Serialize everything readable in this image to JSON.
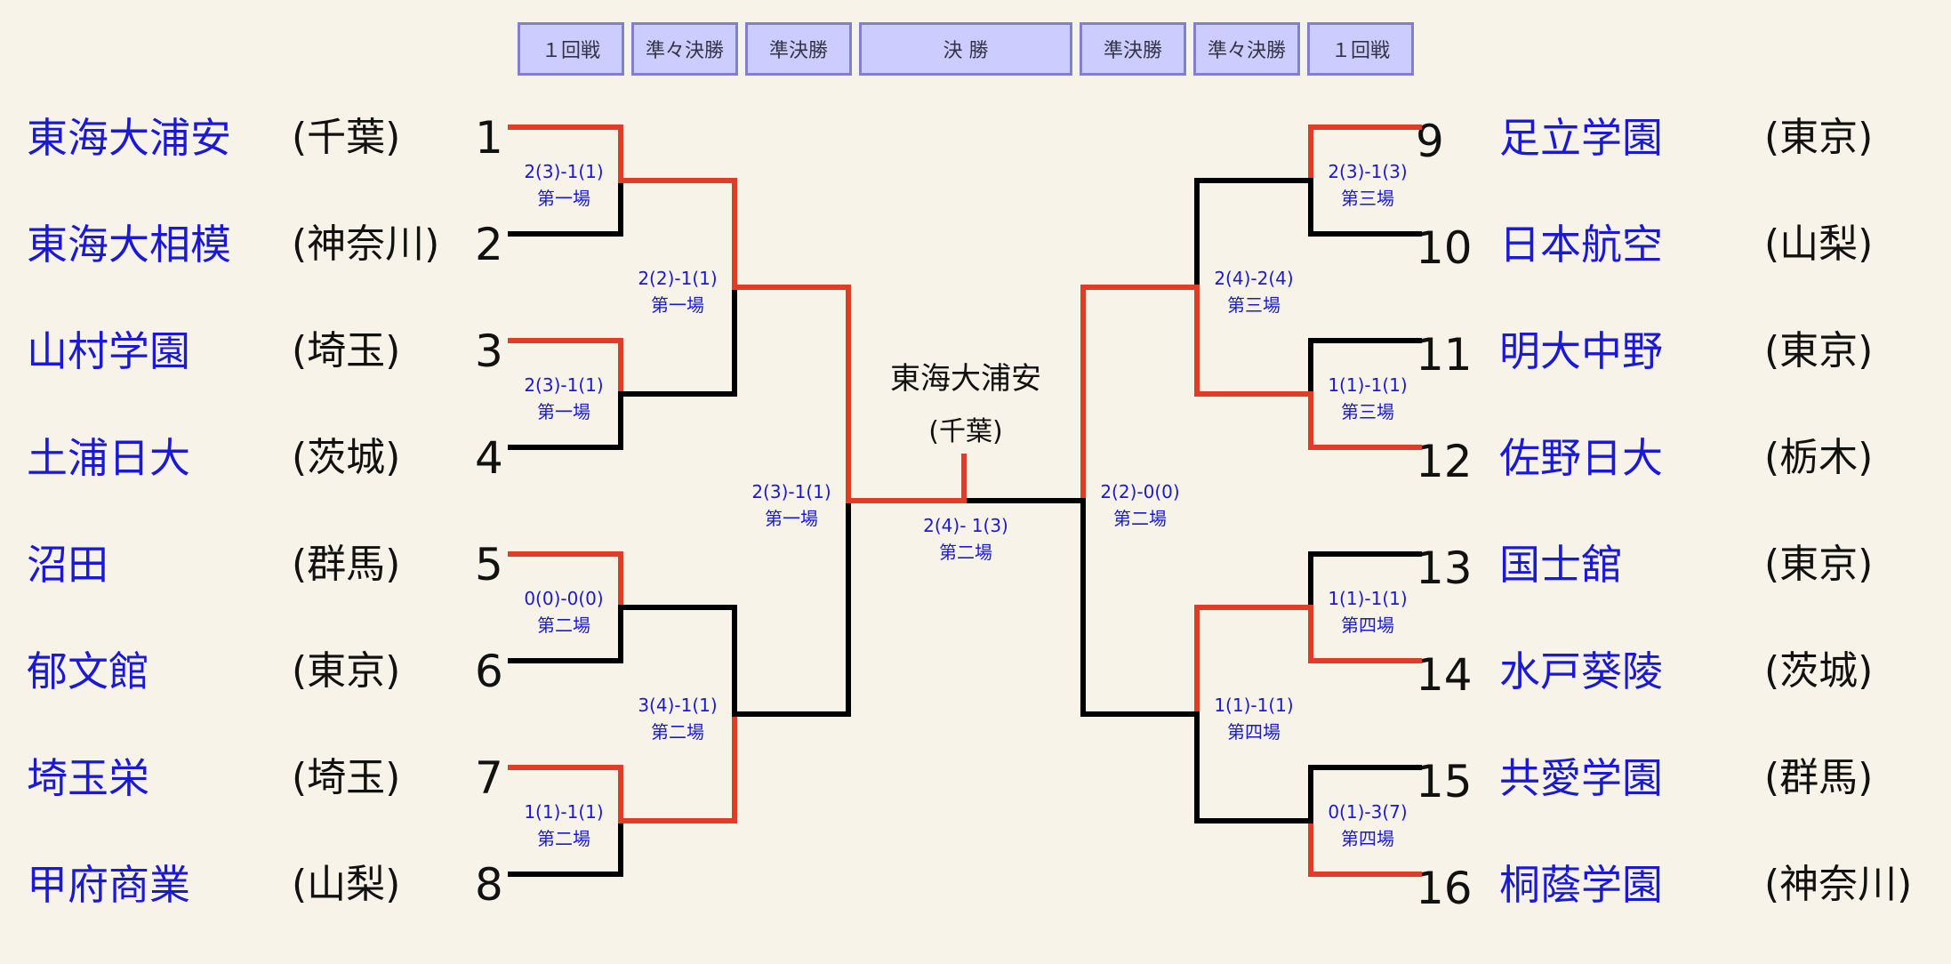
{
  "rounds": [
    "１回戦",
    "準々決勝",
    "準決勝",
    "決 勝",
    "準決勝",
    "準々決勝",
    "１回戦"
  ],
  "colors": {
    "winner": "#e03c2a",
    "loser": "#000000",
    "team": "#1a1ad6",
    "header_bg": "#ccccff",
    "header_border": "#8080cc",
    "background": "#f7f3e8"
  },
  "teams": [
    {
      "seed": "1",
      "name": "東海大浦安",
      "pref": "(千葉)"
    },
    {
      "seed": "2",
      "name": "東海大相模",
      "pref": "(神奈川)"
    },
    {
      "seed": "3",
      "name": "山村学園",
      "pref": "(埼玉)"
    },
    {
      "seed": "4",
      "name": "土浦日大",
      "pref": "(茨城)"
    },
    {
      "seed": "5",
      "name": "沼田",
      "pref": "(群馬)"
    },
    {
      "seed": "6",
      "name": "郁文館",
      "pref": "(東京)"
    },
    {
      "seed": "7",
      "name": "埼玉栄",
      "pref": "(埼玉)"
    },
    {
      "seed": "8",
      "name": "甲府商業",
      "pref": "(山梨)"
    },
    {
      "seed": "9",
      "name": "足立学園",
      "pref": "(東京)"
    },
    {
      "seed": "10",
      "name": "日本航空",
      "pref": "(山梨)"
    },
    {
      "seed": "11",
      "name": "明大中野",
      "pref": "(東京)"
    },
    {
      "seed": "12",
      "name": "佐野日大",
      "pref": "(栃木)"
    },
    {
      "seed": "13",
      "name": "国士舘",
      "pref": "(東京)"
    },
    {
      "seed": "14",
      "name": "水戸葵陵",
      "pref": "(茨城)"
    },
    {
      "seed": "15",
      "name": "共愛学園",
      "pref": "(群馬)"
    },
    {
      "seed": "16",
      "name": "桐蔭学園",
      "pref": "(神奈川)"
    }
  ],
  "matches": [
    {
      "side": "left",
      "round": 1,
      "index": 0,
      "score": "2(3)-1(1)",
      "venue": "第一場",
      "winner": "top"
    },
    {
      "side": "left",
      "round": 1,
      "index": 1,
      "score": "2(3)-1(1)",
      "venue": "第一場",
      "winner": "top"
    },
    {
      "side": "left",
      "round": 1,
      "index": 2,
      "score": "0(0)-0(0)",
      "venue": "第二場",
      "winner": "top"
    },
    {
      "side": "left",
      "round": 1,
      "index": 3,
      "score": "1(1)-1(1)",
      "venue": "第二場",
      "winner": "top"
    },
    {
      "side": "left",
      "round": 2,
      "index": 0,
      "score": "2(2)-1(1)",
      "venue": "第一場",
      "winner": "top"
    },
    {
      "side": "left",
      "round": 2,
      "index": 1,
      "score": "3(4)-1(1)",
      "venue": "第二場",
      "winner": "bottom"
    },
    {
      "side": "left",
      "round": 3,
      "index": 0,
      "score": "2(3)-1(1)",
      "venue": "第一場",
      "winner": "top"
    },
    {
      "side": "right",
      "round": 1,
      "index": 0,
      "score": "2(3)-1(3)",
      "venue": "第三場",
      "winner": "top"
    },
    {
      "side": "right",
      "round": 1,
      "index": 1,
      "score": "1(1)-1(1)",
      "venue": "第三場",
      "winner": "bottom"
    },
    {
      "side": "right",
      "round": 1,
      "index": 2,
      "score": "1(1)-1(1)",
      "venue": "第四場",
      "winner": "bottom"
    },
    {
      "side": "right",
      "round": 1,
      "index": 3,
      "score": "0(1)-3(7)",
      "venue": "第四場",
      "winner": "bottom"
    },
    {
      "side": "right",
      "round": 2,
      "index": 0,
      "score": "2(4)-2(4)",
      "venue": "第三場",
      "winner": "bottom"
    },
    {
      "side": "right",
      "round": 2,
      "index": 1,
      "score": "1(1)-1(1)",
      "venue": "第四場",
      "winner": "top"
    },
    {
      "side": "right",
      "round": 3,
      "index": 0,
      "score": "2(2)-0(0)",
      "venue": "第二場",
      "winner": "top"
    }
  ],
  "final": {
    "score": "2(4)- 1(3)",
    "venue": "第二場",
    "winner": "left"
  },
  "champion": {
    "name": "東海大浦安",
    "pref": "(千葉)"
  }
}
